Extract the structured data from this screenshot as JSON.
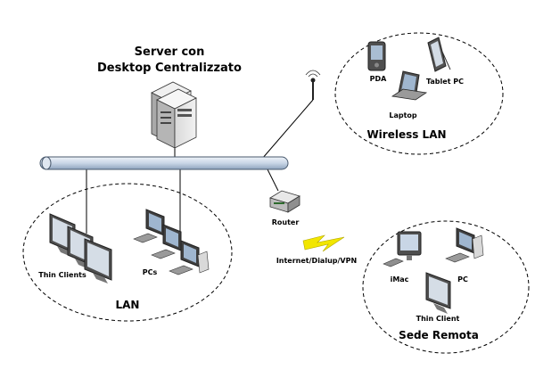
{
  "server": {
    "title_line1": "Server con",
    "title_line2": "Desktop Centralizzato"
  },
  "wireless": {
    "title": "Wireless LAN",
    "devices": {
      "pda": "PDA",
      "tablet": "Tablet PC",
      "laptop": "Laptop"
    }
  },
  "router": {
    "label": "Router"
  },
  "link": {
    "label": "Internet/Dialup/VPN"
  },
  "lan": {
    "title": "LAN",
    "thin_clients": "Thin Clients",
    "pcs": "PCs"
  },
  "remote": {
    "title": "Sede Remota",
    "imac": "iMac",
    "pc": "PC",
    "thin_client": "Thin Client"
  },
  "colors": {
    "backbone": "#c9d6e6",
    "backbone_edge": "#4a5a6e",
    "device_light": "#e6e6e6",
    "device_mid": "#bdbdbd",
    "device_dark": "#4f4f4f",
    "screen": "#9fb6cf",
    "lightning": "#f2e600"
  }
}
